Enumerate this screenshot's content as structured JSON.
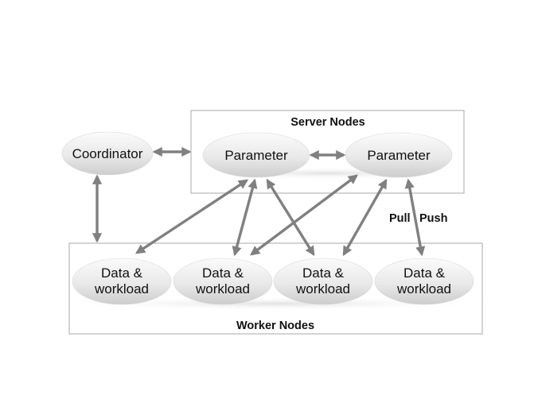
{
  "diagram": {
    "server_group": {
      "title": "Server Nodes"
    },
    "worker_group": {
      "title": "Worker Nodes"
    },
    "nodes": {
      "coordinator": {
        "label": "Coordinator"
      },
      "param1": {
        "label": "Parameter"
      },
      "param2": {
        "label": "Parameter"
      },
      "worker1": {
        "line1": "Data &",
        "line2": "workload"
      },
      "worker2": {
        "line1": "Data &",
        "line2": "workload"
      },
      "worker3": {
        "line1": "Data &",
        "line2": "workload"
      },
      "worker4": {
        "line1": "Data &",
        "line2": "workload"
      }
    },
    "edge_labels": {
      "pull": "Pull",
      "push": "Push"
    },
    "colors": {
      "arrow": "#808080",
      "box_border": "#a8a8a8",
      "node_fill_top": "#ffffff",
      "node_fill_bottom": "#cfcfcf"
    }
  }
}
